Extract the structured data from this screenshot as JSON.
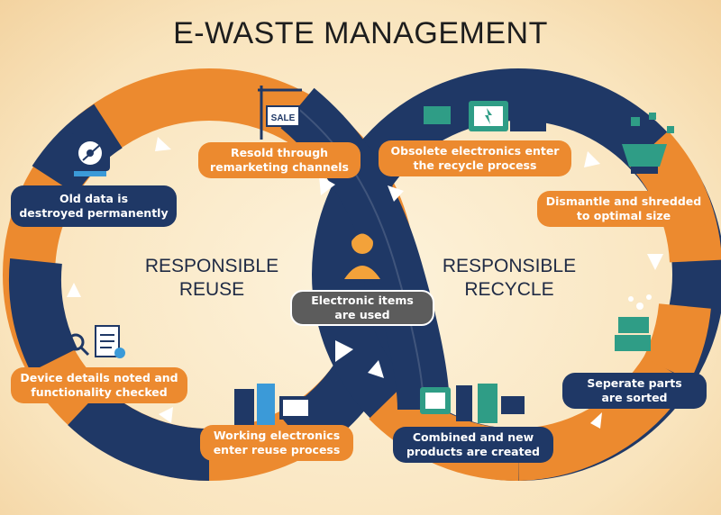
{
  "title": "E-WASTE MANAGEMENT",
  "center_labels": {
    "reuse": "RESPONSIBLE\nREUSE",
    "recycle": "RESPONSIBLE\nRECYCLE"
  },
  "steps": {
    "old_data": "Old data is\ndestroyed permanently",
    "resold": "Resold through\nremarketing channels",
    "obsolete": "Obsolete electronics enter\nthe recycle process",
    "dismantle": "Dismantle and shredded\nto optimal size",
    "used": "Electronic items\nare used",
    "device_details": "Device details noted and\nfunctionality checked",
    "working": "Working electronics\nenter reuse process",
    "combined": "Combined and new\nproducts are created",
    "separate": "Seperate parts\nare sorted"
  },
  "sale_sign": "SALE",
  "colors": {
    "orange": "#ec8a2f",
    "navy": "#1f3866",
    "gray": "#5c5c5c",
    "green": "#2f9d86"
  }
}
